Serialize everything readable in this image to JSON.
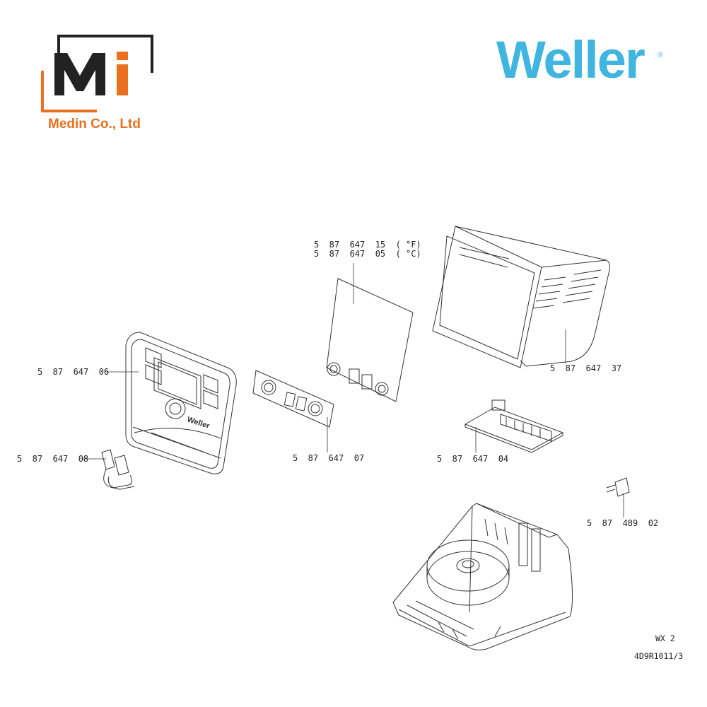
{
  "logos": {
    "medin": {
      "monogram": "Mi",
      "company": "Medin Co., Ltd",
      "color": "#e8701e",
      "dark_color": "#222222"
    },
    "weller": {
      "wordmark": "Weller",
      "registered": "®",
      "color": "#3fb5e0"
    }
  },
  "parts": [
    {
      "id": "front-panel",
      "part_number": "5  87  647  06",
      "icon": "front-cover"
    },
    {
      "id": "cable-clamp",
      "part_number": "5  87  647  08",
      "icon": "clamp"
    },
    {
      "id": "control-panel",
      "part_number": "5  87  647  07",
      "icon": "panel"
    },
    {
      "id": "display-board",
      "part_number_f": "5  87  647  15  ( °F)",
      "part_number_c": "5  87  647  05  ( °C)",
      "icon": "pcb"
    },
    {
      "id": "housing",
      "part_number": "5  87  647  37",
      "icon": "housing"
    },
    {
      "id": "power-board",
      "part_number": "5  87  647  04",
      "icon": "pcb"
    },
    {
      "id": "fuse-plug",
      "part_number": "5  87  489  02",
      "icon": "plug"
    },
    {
      "id": "base-transformer",
      "part_number": "",
      "icon": "transformer"
    }
  ],
  "footer": {
    "model": "WX  2",
    "doc_code": "4D9R1011/3"
  }
}
